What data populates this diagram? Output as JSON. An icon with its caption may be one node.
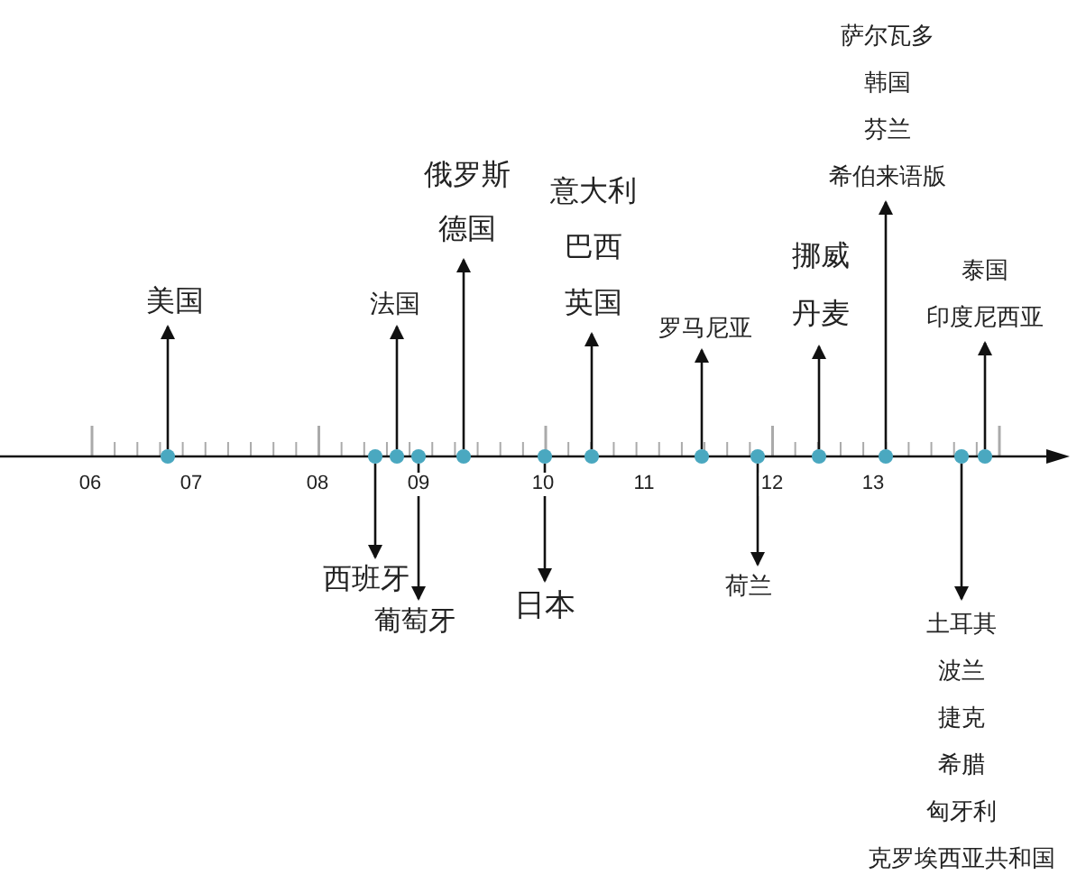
{
  "diagram": {
    "nodes": [
      {
        "text": [],
        "shape": "circle"
      },
      {
        "text": [],
        "shape": "circle"
      },
      {
        "text": [],
        "shape": "circle"
      },
      {
        "text": [],
        "shape": "circle"
      },
      {
        "text": [],
        "shape": "circle"
      },
      {
        "text": [],
        "shape": "circle"
      },
      {
        "text": [],
        "shape": "circle"
      },
      {
        "text": [],
        "shape": "circle"
      },
      {
        "text": [],
        "shape": "circle"
      },
      {
        "text": [],
        "shape": "circle"
      },
      {
        "text": [],
        "shape": "circle"
      },
      {
        "text": [],
        "shape": "circle"
      },
      {
        "text": [],
        "shape": "circle"
      },
      {
        "text": [
          "美国"
        ]
      },
      {
        "text": [
          "西班牙"
        ]
      },
      {
        "text": [
          "法国"
        ]
      },
      {
        "text": [
          "葡萄牙"
        ]
      },
      {
        "text": [
          "俄罗斯",
          "德国"
        ]
      },
      {
        "text": [
          "日本"
        ]
      },
      {
        "text": [
          "意大利",
          "巴西",
          "英国"
        ]
      },
      {
        "text": [
          "罗马尼亚"
        ]
      },
      {
        "text": [
          "荷兰"
        ]
      },
      {
        "text": [
          "挪威",
          "丹麦"
        ]
      },
      {
        "text": [
          "萨尔瓦多",
          "韩国",
          "芬兰",
          "希伯来语版"
        ]
      },
      {
        "text": [
          "土耳其",
          "波兰",
          "捷克",
          "希腊",
          "匈牙利",
          "克罗埃西亚共和国"
        ]
      },
      {
        "text": [
          "泰国",
          "印度尼西亚"
        ]
      }
    ],
    "edges": [
      {
        "from": 0,
        "to": 13,
        "arrow": "to"
      },
      {
        "from": 1,
        "to": 14,
        "arrow": "to"
      },
      {
        "from": 2,
        "to": 15,
        "arrow": "to"
      },
      {
        "from": 3,
        "to": 16,
        "arrow": "to"
      },
      {
        "from": 4,
        "to": 17,
        "arrow": "to"
      },
      {
        "from": 5,
        "to": 18,
        "arrow": "to"
      },
      {
        "from": 6,
        "to": 19,
        "arrow": "to"
      },
      {
        "from": 7,
        "to": 20,
        "arrow": "to"
      },
      {
        "from": 8,
        "to": 21,
        "arrow": "to"
      },
      {
        "from": 9,
        "to": 22,
        "arrow": "to"
      },
      {
        "from": 10,
        "to": 23,
        "arrow": "to"
      },
      {
        "from": 11,
        "to": 24,
        "arrow": "to"
      },
      {
        "from": 12,
        "to": 25,
        "arrow": "to"
      }
    ],
    "labels": [
      "06",
      "07",
      "08",
      "09",
      "10",
      "11",
      "12",
      "13"
    ]
  }
}
